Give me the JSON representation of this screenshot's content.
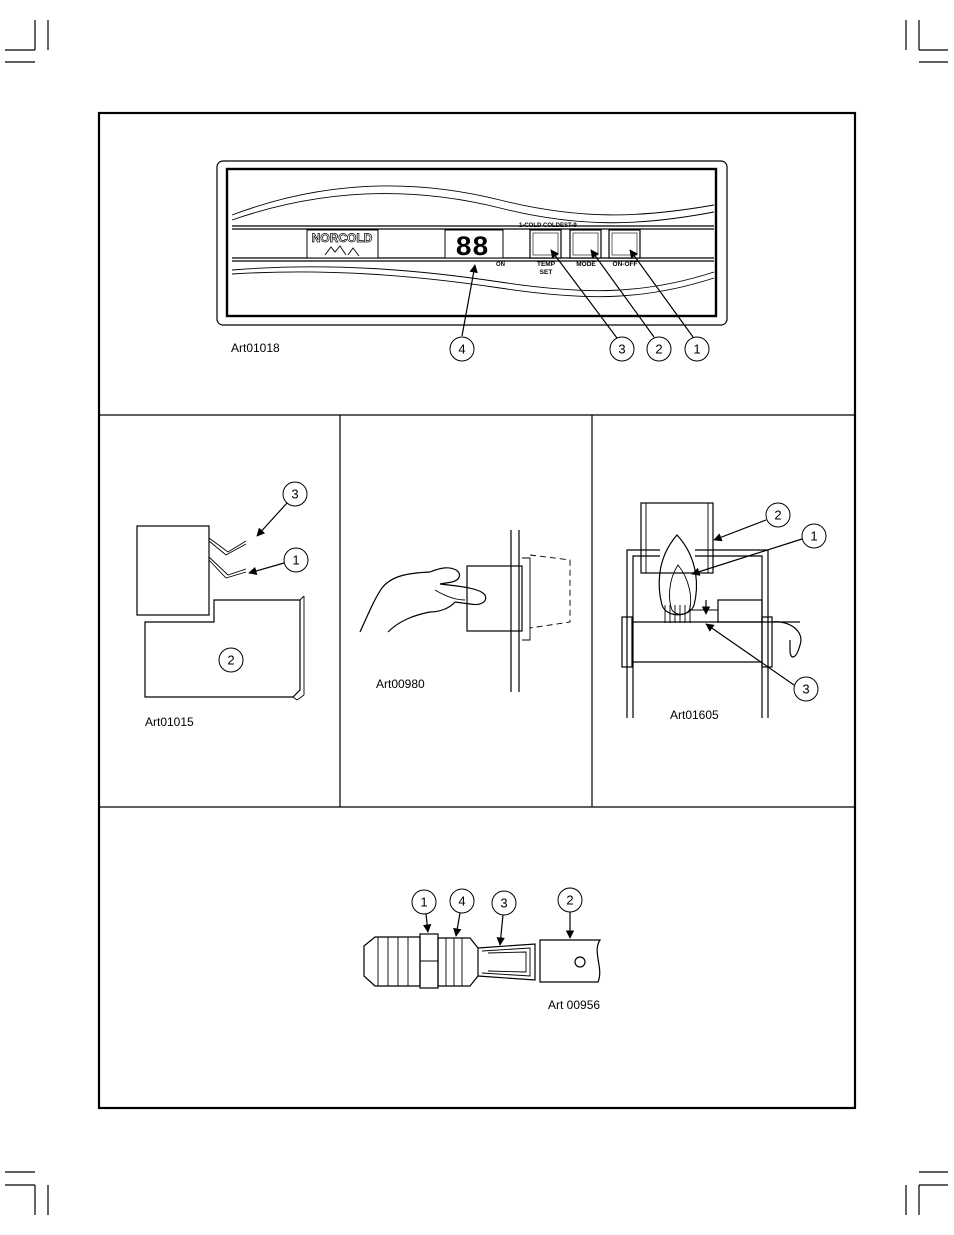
{
  "panel_top": {
    "art_id": "Art01018",
    "logo_text": "NORCOLD",
    "display_digits": "88",
    "display_on_label": "ON",
    "scale_label": "1-COLD  COLDEST-9",
    "buttons": [
      {
        "line1": "TEMP",
        "line2": "SET"
      },
      {
        "line1": "MODE",
        "line2": ""
      },
      {
        "line1": "ON-OFF",
        "line2": ""
      }
    ],
    "callouts": [
      "4",
      "3",
      "2",
      "1"
    ]
  },
  "panel_left": {
    "art_id": "Art01015",
    "callouts": [
      "3",
      "1",
      "2"
    ]
  },
  "panel_middle": {
    "art_id": "Art00980"
  },
  "panel_right": {
    "art_id": "Art01605",
    "callouts": [
      "2",
      "1",
      "3"
    ]
  },
  "panel_bottom": {
    "art_id": "Art 00956",
    "callouts": [
      "1",
      "4",
      "3",
      "2"
    ]
  }
}
